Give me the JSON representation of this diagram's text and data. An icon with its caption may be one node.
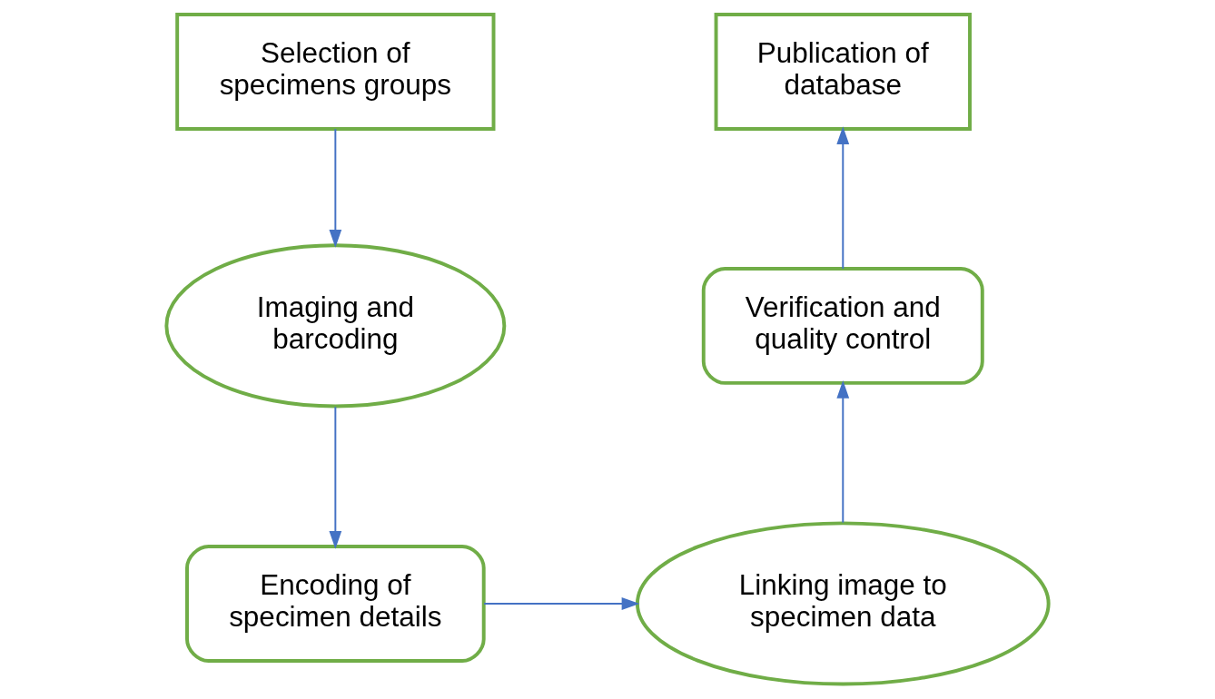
{
  "diagram": {
    "nodes": [
      {
        "text": [
          "Selection of specimens groups"
        ]
      },
      {
        "text": [
          "Imaging and barcoding"
        ]
      },
      {
        "text": [
          "Encoding of specimen details"
        ]
      },
      {
        "text": [
          "Linking image to specimen data"
        ]
      },
      {
        "text": [
          "Verification and quality control"
        ]
      },
      {
        "text": [
          "Publication of database"
        ]
      }
    ],
    "edges": [
      {
        "from": 0,
        "to": 1,
        "arrow": "to"
      },
      {
        "from": 1,
        "to": 2,
        "arrow": "to"
      },
      {
        "from": 2,
        "to": 3,
        "arrow": "to"
      },
      {
        "from": 3,
        "to": 4,
        "arrow": "to"
      },
      {
        "from": 4,
        "to": 5,
        "arrow": "to"
      }
    ]
  }
}
